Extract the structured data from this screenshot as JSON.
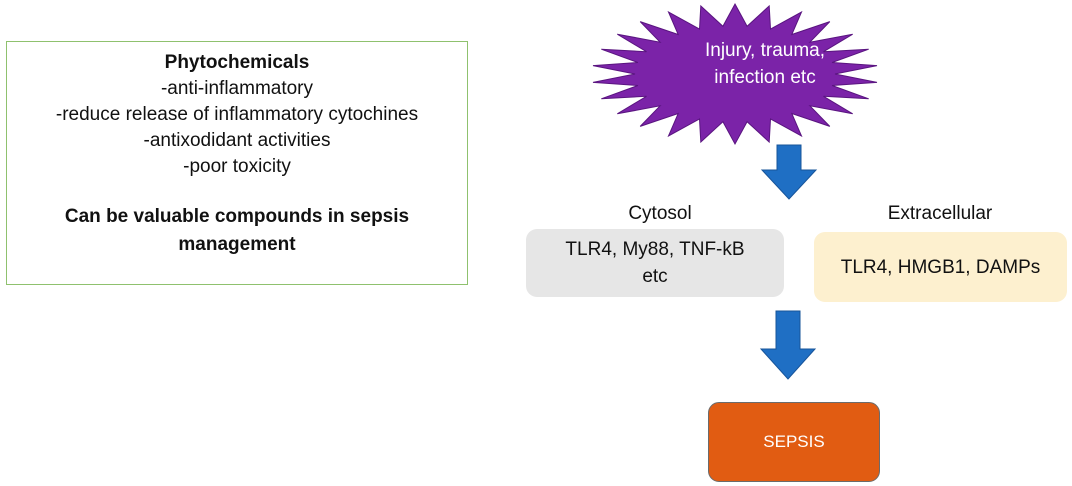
{
  "phytochemicals": {
    "title": "Phytochemicals",
    "properties": [
      "-anti-inflammatory",
      "-reduce release of inflammatory cytochines",
      "-antixodidant activities",
      "-poor toxicity"
    ],
    "conclusion_line1": "Can be valuable compounds in sepsis",
    "conclusion_line2": "management"
  },
  "trigger": {
    "line1": "Injury, trauma,",
    "line2": "infection etc"
  },
  "cytosol": {
    "label": "Cytosol",
    "line1": "TLR4, My88, TNF-kB",
    "line2": "etc"
  },
  "extracellular": {
    "label": "Extracellular",
    "text": "TLR4, HMGB1, DAMPs"
  },
  "outcome": {
    "text": "SEPSIS"
  },
  "colors": {
    "box_border": "#8fc16e",
    "burst_fill": "#7b23a8",
    "arrow_fill": "#1f6fc4",
    "cytosol_fill": "#e6e6e6",
    "extracellular_fill": "#fdf0cf",
    "sepsis_fill": "#e15c12"
  }
}
